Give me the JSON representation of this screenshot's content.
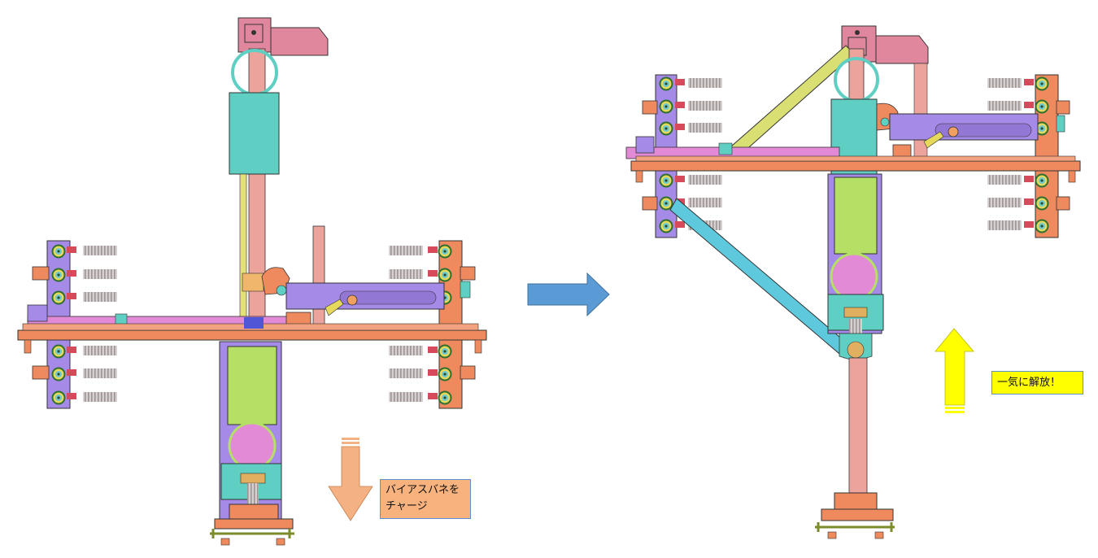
{
  "notes": {
    "charge": [
      "バイアスバネを",
      "チャージ"
    ],
    "release": "一気に解放！"
  },
  "colors": {
    "frame_orange": "#ef8a5e",
    "purple_plate": "#a68ae8",
    "magenta_rod": "#e38ad6",
    "pink_block": "#e0879e",
    "teal_cylinder": "#5ecfc2",
    "green_cylinder": "#b5e065",
    "pink_rod": "#eca39c",
    "yellow_link": "#d9df72",
    "blue_link": "#5ec8dc",
    "spring_grey": "#c9c4c4",
    "arrow_blue": "#5b9bd5",
    "arrow_orange": "#f4b183",
    "arrow_yellow": "#ffff00",
    "note_border": "#5b8fd6"
  }
}
